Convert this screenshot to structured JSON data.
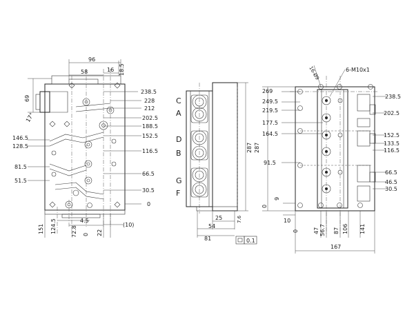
{
  "left_view": {
    "top_dims": [
      "96",
      "58",
      "16",
      "18.5"
    ],
    "side_top": "69",
    "angle": "17°",
    "right_dims": [
      "238.5",
      "228",
      "212",
      "202.5",
      "188.5",
      "152.5",
      "116.5",
      "66.5",
      "30.5",
      "0"
    ],
    "left_dims": [
      "146.5",
      "128.5",
      "81.5",
      "51.5"
    ],
    "bottom_dims": [
      "151",
      "124.5",
      "4.5",
      "72.8",
      "0",
      "22",
      "(10)"
    ]
  },
  "middle_view": {
    "port_letters": [
      "C",
      "A",
      "D",
      "B",
      "G",
      "F"
    ],
    "height": "287",
    "bottom_dims": [
      "25",
      "54",
      "81",
      "7.6"
    ],
    "flatness_value": "0.1"
  },
  "right_view": {
    "note_holes": "16-Ø9",
    "note_thread": "6-M10x1",
    "height": "287",
    "left_dims": [
      "269",
      "249.5",
      "219.5",
      "177.5",
      "164.5",
      "91.5",
      "0"
    ],
    "right_dims": [
      "238.5",
      "202.5",
      "152.5",
      "133.5",
      "116.5",
      "66.5",
      "46.5",
      "30.5"
    ],
    "small_dims": [
      "9",
      "10"
    ],
    "bottom_dims": [
      "0",
      "47",
      "56.7",
      "87",
      "106",
      "141",
      "167"
    ]
  }
}
